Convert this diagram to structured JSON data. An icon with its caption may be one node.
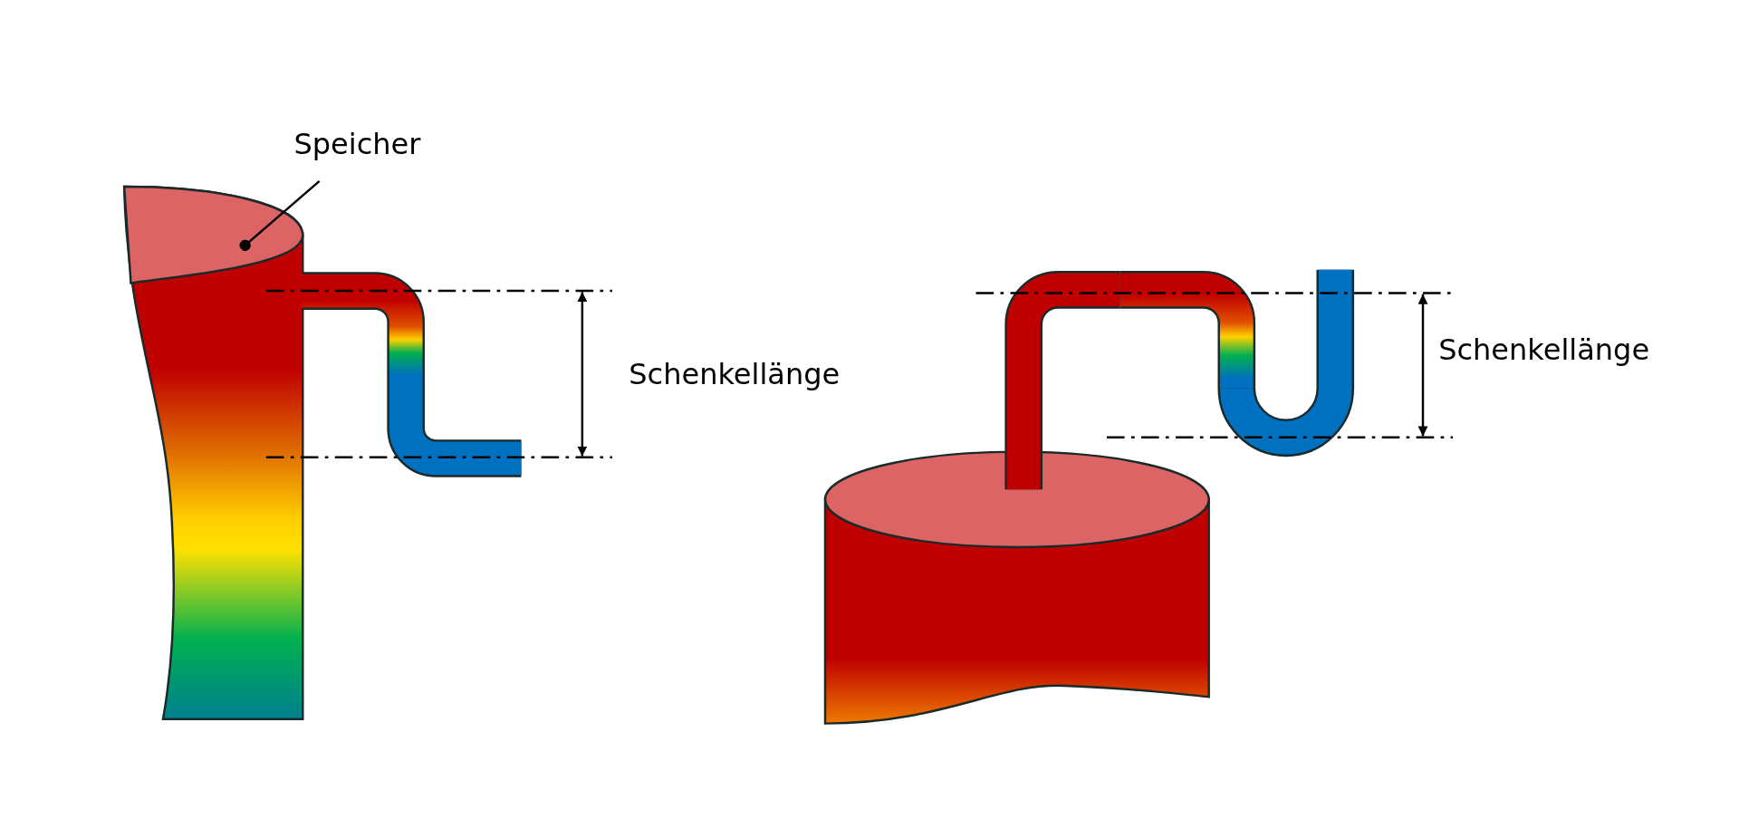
{
  "diagram": {
    "nodes": [
      {
        "text": [
          "Speicher"
        ]
      },
      {
        "text": [],
        "shape": "ellipse"
      }
    ],
    "edges": [
      {
        "from": 0,
        "to": 1,
        "arrow": "other"
      }
    ],
    "labels": [
      "Schenkellänge",
      "Schenkellänge"
    ]
  }
}
